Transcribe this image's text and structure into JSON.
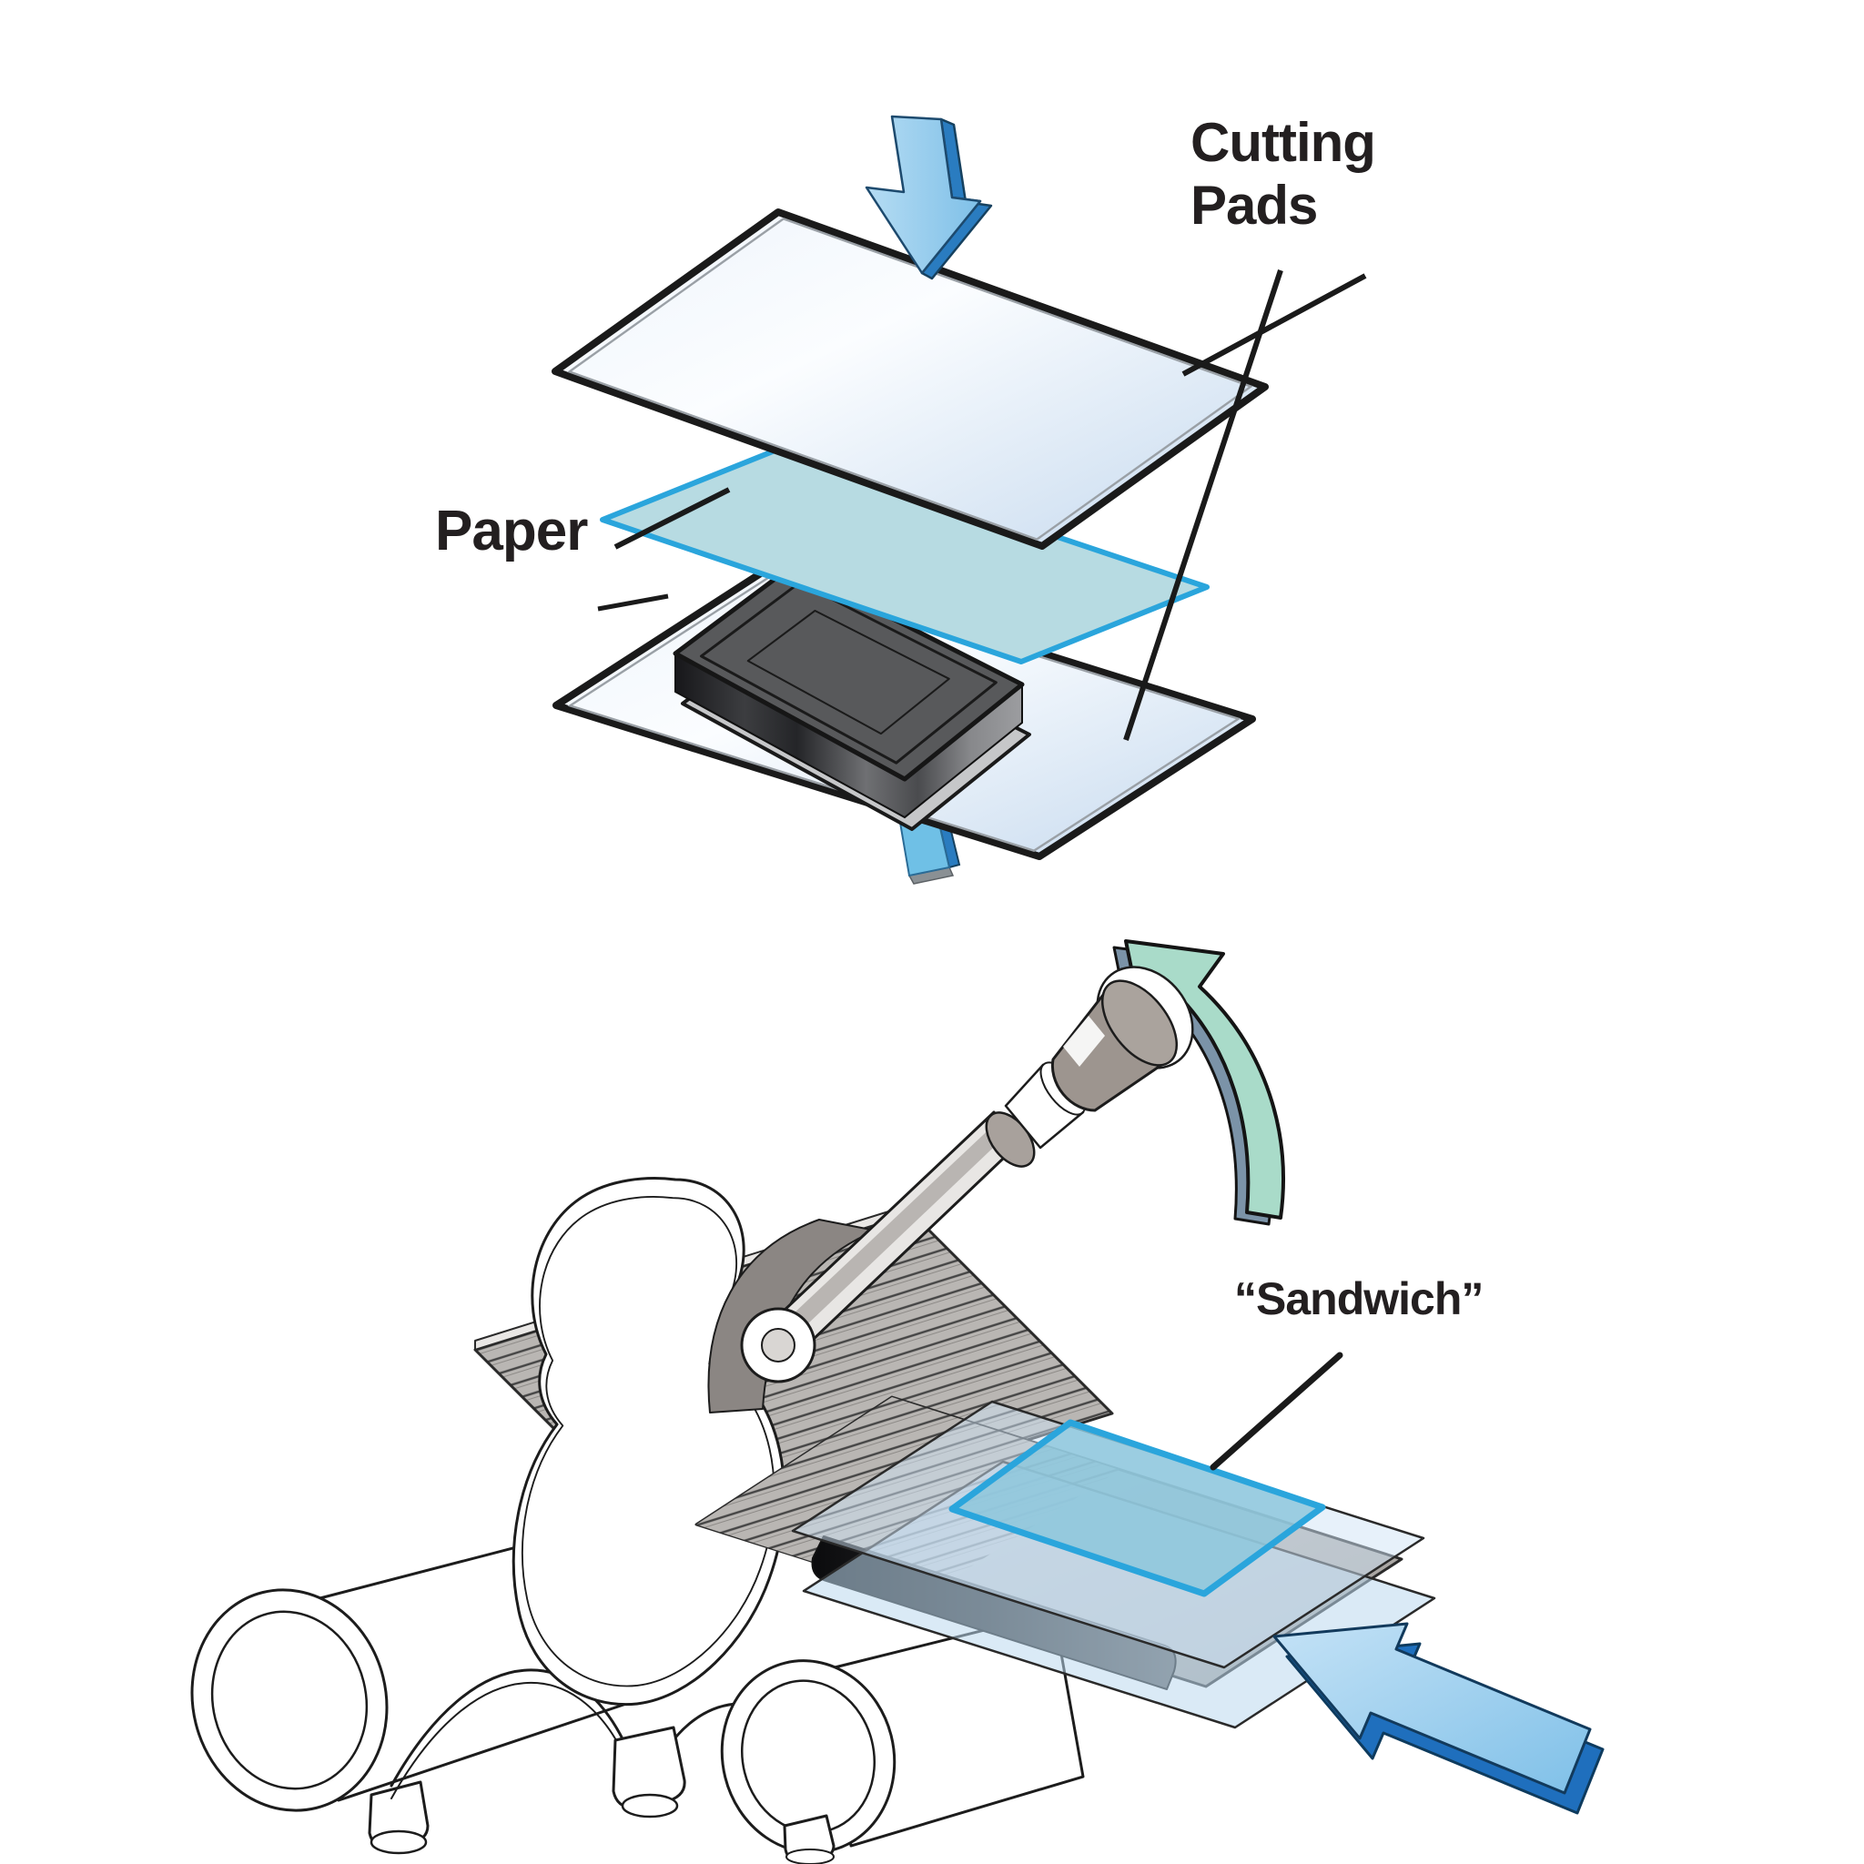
{
  "figure": {
    "background": "#ffffff",
    "labels": {
      "cutting_pads": "Cutting Pads",
      "paper": "Paper",
      "sandwich": "“Sandwich”"
    },
    "icons": [
      "press-down-arrow-icon",
      "rotate-handle-arrow-icon",
      "feed-direction-arrow-icon"
    ],
    "colors": {
      "text": "#231f20",
      "outline": "#1c1c1c",
      "arrow_blue_face": "#8ec7e9",
      "arrow_blue_side": "#2a7cc0",
      "arrow_green_face": "#a9dbc9",
      "arrow_green_side": "#7b93a8",
      "paper_fill": "#b7dbe2",
      "paper_border": "#2aa5dc",
      "pad_fill_light": "#fbfdff",
      "pad_fill_shade": "#c5d9ee",
      "die_fill": "#58595b",
      "machine_ribs_gray": "#b9b6b3",
      "handle_grip_gray": "#9d958f",
      "handle_band_gray": "#8b8683"
    }
  }
}
